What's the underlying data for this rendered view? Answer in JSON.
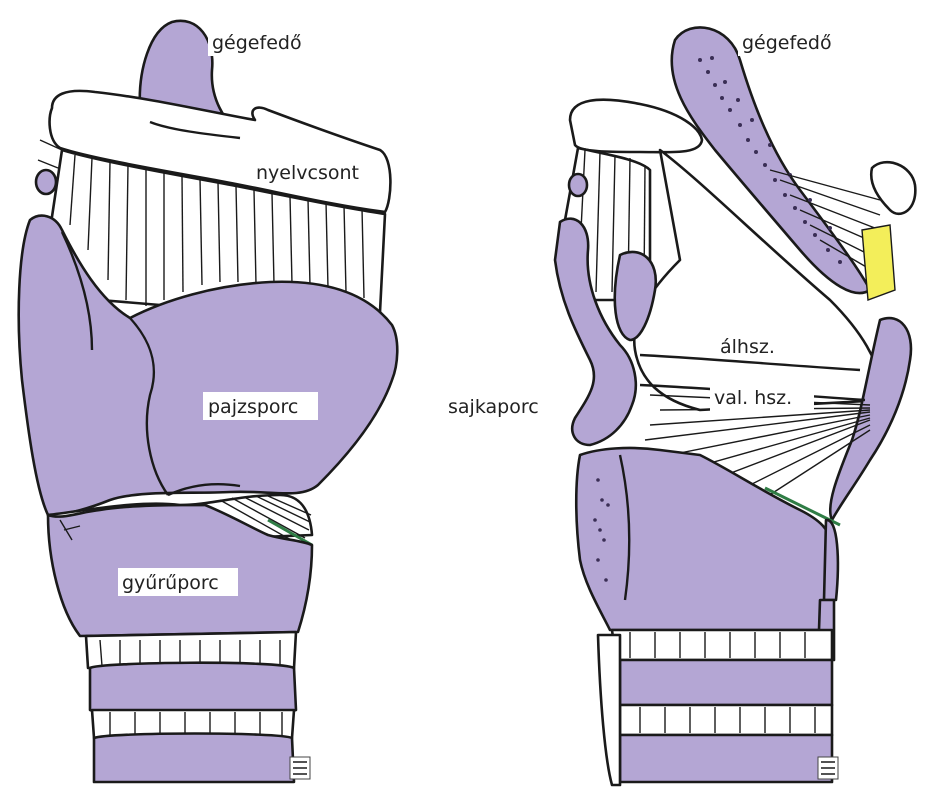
{
  "figure": {
    "left_panel": {
      "labels": {
        "epiglottis": "gégefedő",
        "hyoid": "nyelvcsont",
        "thyroid": "pajzsporc",
        "cricoid": "gyűrűporc"
      }
    },
    "right_panel": {
      "labels": {
        "epiglottis": "gégefedő",
        "false_vocal_fold": "álhsz.",
        "true_vocal_fold": "val. hsz.",
        "arytenoid": "sajkaporc"
      }
    },
    "colors": {
      "cartilage": "#b4a6d4",
      "outline": "#1a1a1a",
      "background": "#ffffff",
      "fat": "#f3ee5a",
      "muscle_line": "#2f7d45"
    }
  }
}
